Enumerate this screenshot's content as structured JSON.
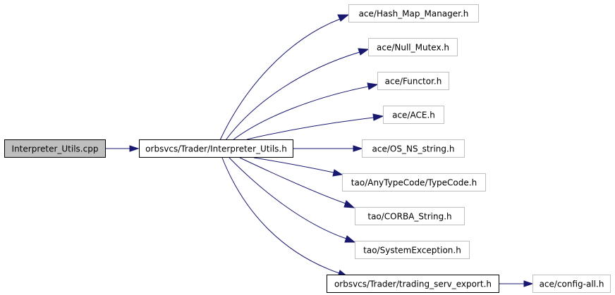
{
  "diagram": {
    "colors": {
      "edge": "#191970",
      "root_fill": "#bfbfbf",
      "root_border": "#000000",
      "primary_border": "#000000",
      "secondary_border": "#bfbfbf",
      "node_fill": "#ffffff"
    },
    "nodes": {
      "root": "Interpreter_Utils.cpp",
      "header": "orbsvcs/Trader/Interpreter_Utils.h",
      "hash_map_manager": "ace/Hash_Map_Manager.h",
      "null_mutex": "ace/Null_Mutex.h",
      "functor": "ace/Functor.h",
      "ace": "ace/ACE.h",
      "os_ns_string": "ace/OS_NS_string.h",
      "typecode": "tao/AnyTypeCode/TypeCode.h",
      "corba_string": "tao/CORBA_String.h",
      "system_exception": "tao/SystemException.h",
      "trading_serv_export": "orbsvcs/Trader/trading_serv_export.h",
      "config_all": "ace/config-all.h"
    },
    "edges": [
      {
        "from": "root",
        "to": "header"
      },
      {
        "from": "header",
        "to": "hash_map_manager"
      },
      {
        "from": "header",
        "to": "null_mutex"
      },
      {
        "from": "header",
        "to": "functor"
      },
      {
        "from": "header",
        "to": "ace"
      },
      {
        "from": "header",
        "to": "os_ns_string"
      },
      {
        "from": "header",
        "to": "typecode"
      },
      {
        "from": "header",
        "to": "corba_string"
      },
      {
        "from": "header",
        "to": "system_exception"
      },
      {
        "from": "header",
        "to": "trading_serv_export"
      },
      {
        "from": "trading_serv_export",
        "to": "config_all"
      }
    ]
  }
}
